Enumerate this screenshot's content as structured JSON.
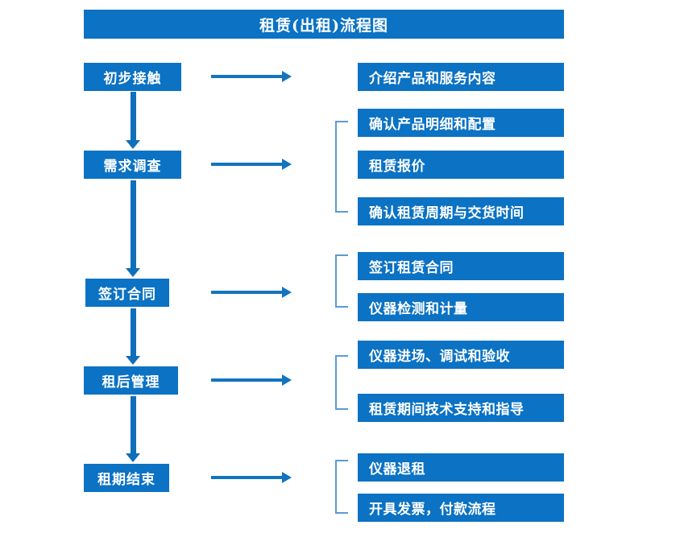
{
  "title": "租赁(出租)流程图",
  "colors": {
    "box_blue": "#0b72c4",
    "arrow_blue": "#1374bd",
    "bracket_blue": "#5b9bd5",
    "text_white": "#ffffff",
    "background": "#ffffff"
  },
  "stages": [
    {
      "label": "初步接触"
    },
    {
      "label": "需求调查"
    },
    {
      "label": "签订合同"
    },
    {
      "label": "租后管理"
    },
    {
      "label": "租期结束"
    }
  ],
  "details": [
    {
      "label": "介绍产品和服务内容"
    },
    {
      "label": "确认产品明细和配置"
    },
    {
      "label": "租赁报价"
    },
    {
      "label": "确认租赁周期与交货时间"
    },
    {
      "label": "签订租赁合同"
    },
    {
      "label": "仪器检测和计量"
    },
    {
      "label": "仪器进场、调试和验收"
    },
    {
      "label": "租赁期间技术支持和指导"
    },
    {
      "label": "仪器退租"
    },
    {
      "label": "开具发票，付款流程"
    }
  ],
  "groups": [
    {
      "name": "需求调查-group",
      "members": [
        "确认产品明细和配置",
        "租赁报价",
        "确认租赁周期与交货时间"
      ]
    },
    {
      "name": "签订合同-group",
      "members": [
        "签订租赁合同",
        "仪器检测和计量"
      ]
    },
    {
      "name": "租后管理-group",
      "members": [
        "仪器进场、调试和验收",
        "租赁期间技术支持和指导"
      ]
    },
    {
      "name": "租期结束-group",
      "members": [
        "仪器退租",
        "开具发票，付款流程"
      ]
    }
  ],
  "flow": [
    {
      "from": "初步接触",
      "to": "需求调查"
    },
    {
      "from": "需求调查",
      "to": "签订合同"
    },
    {
      "from": "签订合同",
      "to": "租后管理"
    },
    {
      "from": "租后管理",
      "to": "租期结束"
    }
  ]
}
